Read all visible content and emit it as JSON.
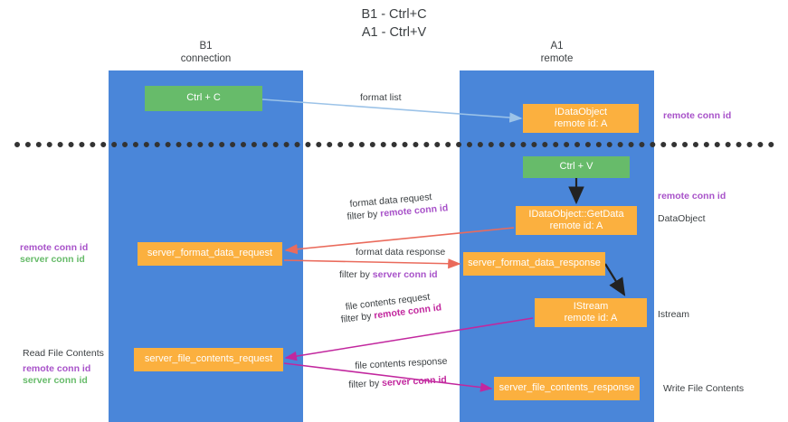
{
  "title": {
    "line1": "B1 - Ctrl+C",
    "line2": "A1 - Ctrl+V"
  },
  "columns": [
    {
      "id": "b1",
      "name": "B1",
      "sub": "connection",
      "color": "#4a86d9"
    },
    {
      "id": "a1",
      "name": "A1",
      "sub": "remote",
      "color": "#4a86d9"
    }
  ],
  "nodes": {
    "ctrl_c": {
      "label": "Ctrl + C",
      "color": "#67bb6a"
    },
    "idataobject": {
      "line1": "IDataObject",
      "line2": "remote id: A",
      "color": "#fbb03f"
    },
    "ctrl_v": {
      "label": "Ctrl + V",
      "color": "#67bb6a"
    },
    "getdata": {
      "line1": "IDataObject::GetData",
      "line2": "remote id: A",
      "color": "#fbb03f"
    },
    "server_format_data_request": {
      "label": "server_format_data_request",
      "color": "#fbb03f"
    },
    "server_format_data_response": {
      "label": "server_format_data_response",
      "color": "#fbb03f"
    },
    "istream": {
      "line1": "IStream",
      "line2": "remote id: A",
      "color": "#fbb03f"
    },
    "server_file_contents_request": {
      "label": "server_file_contents_request",
      "color": "#fbb03f"
    },
    "server_file_contents_response": {
      "label": "server_file_contents_response",
      "color": "#fbb03f"
    }
  },
  "edge_labels": {
    "format_list": "format list",
    "format_data_request": "format data request",
    "format_data_request_filter_prefix": "filter by ",
    "format_data_request_filter_key": "remote conn id",
    "format_data_response": "format data response",
    "format_data_response_filter_prefix": "filter by ",
    "format_data_response_filter_key": "server conn id",
    "file_contents_request": "file contents request",
    "file_contents_request_filter_prefix": "filter by ",
    "file_contents_request_filter_key": "remote conn id",
    "file_contents_response": "file contents response",
    "file_contents_response_filter_prefix": "filter by ",
    "file_contents_response_filter_key": "server conn id"
  },
  "annotations": {
    "right_remote_conn_id_top": "remote conn id",
    "right_remote_conn_id_mid": "remote conn id",
    "right_dataobject": "DataObject",
    "right_istream": "Istream",
    "right_write_file_contents": "Write File Contents",
    "left_remote_conn_id_mid": "remote conn id",
    "left_server_conn_id_mid": "server conn id",
    "left_read_file_contents": "Read File Contents",
    "left_remote_conn_id_bottom": "remote conn id",
    "left_server_conn_id_bottom": "server conn id"
  },
  "colors": {
    "column_blue": "#4a86d9",
    "node_green": "#67bb6a",
    "node_orange": "#fbb03f",
    "purple": "#a852c9",
    "magenta": "#c2279e",
    "red_arrow": "#ea6b5c",
    "light_blue_arrow": "#9cc3e8",
    "dark_arrow": "#222222",
    "divider": "#333333"
  }
}
